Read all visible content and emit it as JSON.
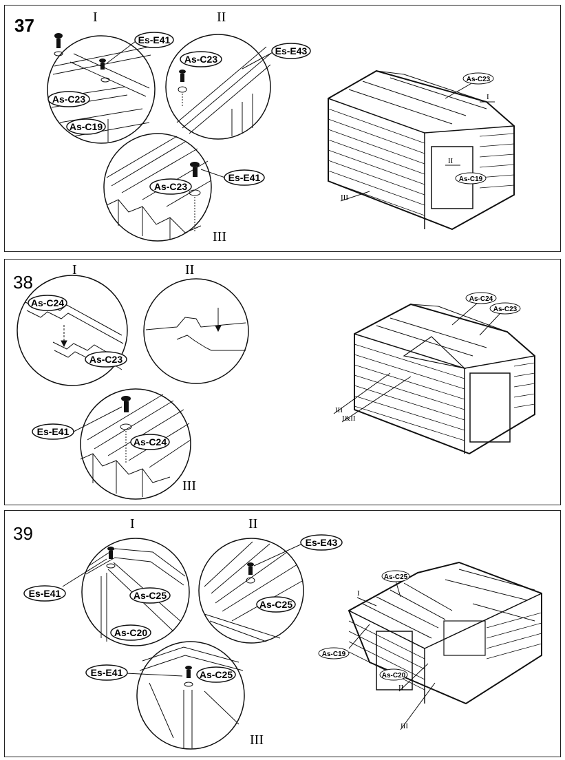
{
  "steps": [
    {
      "number": "37",
      "details": [
        "I",
        "II",
        "III"
      ],
      "detail_labels": {
        "I": [
          "Es-E41",
          "As-C23",
          "As-C19"
        ],
        "II": [
          "As-C23",
          "Es-E43"
        ],
        "III": [
          "As-C23",
          "Es-E41"
        ]
      },
      "overview_labels": [
        "As-C23",
        "I",
        "II",
        "As-C19",
        "III"
      ]
    },
    {
      "number": "38",
      "details": [
        "I",
        "II",
        "III"
      ],
      "detail_labels": {
        "I": [
          "As-C24",
          "As-C23"
        ],
        "III": [
          "Es-E41",
          "As-C24"
        ]
      },
      "overview_labels": [
        "As-C24",
        "As-C23",
        "III",
        "I&II"
      ]
    },
    {
      "number": "39",
      "details": [
        "I",
        "II",
        "III"
      ],
      "detail_labels": {
        "I": [
          "Es-E41",
          "As-C25",
          "As-C20"
        ],
        "II": [
          "Es-E43",
          "As-C25"
        ],
        "III": [
          "Es-E41",
          "As-C25"
        ]
      },
      "overview_labels": [
        "As-C25",
        "I",
        "As-C19",
        "As-C20",
        "II",
        "III"
      ]
    }
  ]
}
